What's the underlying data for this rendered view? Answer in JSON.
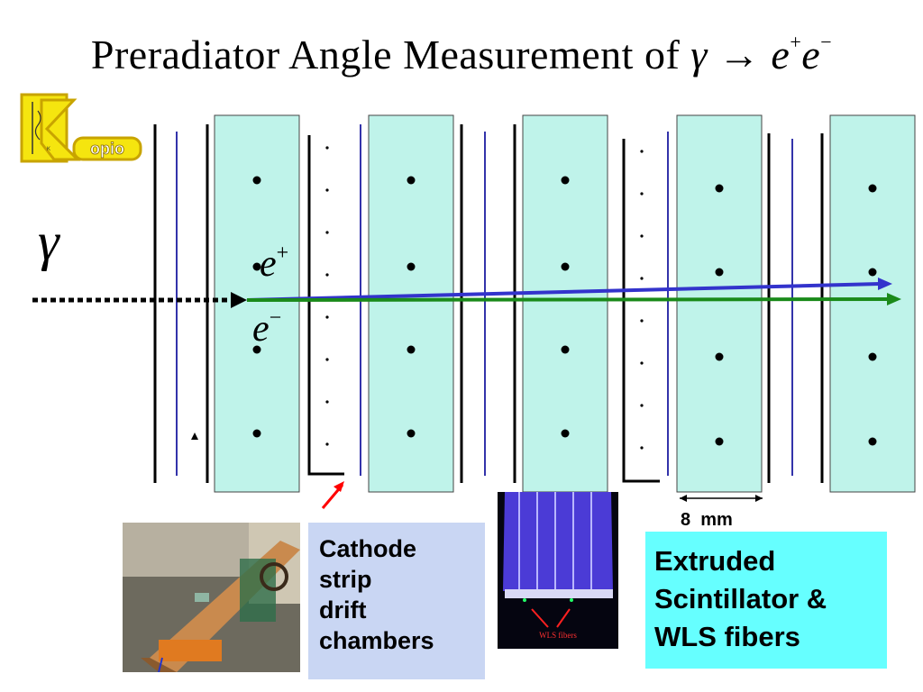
{
  "title": {
    "prefix": "Preradiator  Angle Measurement of ",
    "gamma": "γ",
    "arrow": " → ",
    "e1": "e",
    "plus": "+",
    "e2": "e",
    "minus": "−"
  },
  "logo": {
    "letter": "K",
    "text": "opio"
  },
  "symbols": {
    "gamma": "γ",
    "e_plus": "e",
    "plus": "+",
    "e_minus": "e",
    "minus": "−"
  },
  "cathode_label": [
    "Cathode",
    "strip",
    "drift",
    "chambers"
  ],
  "scintillator_label": [
    "Extruded",
    "Scintillator &",
    "WLS fibers"
  ],
  "dimension_label": "8  mm",
  "photo_label": "WLS fibers",
  "colors": {
    "scintillator": "#bff3ea",
    "positron_track": "#3333cc",
    "electron_track": "#1a8a1a",
    "chamber_wire": "#3333aa",
    "cathode_box": "#c9d6f3",
    "scint_box": "#66ffff",
    "logo_yellow": "#f5e50f"
  }
}
